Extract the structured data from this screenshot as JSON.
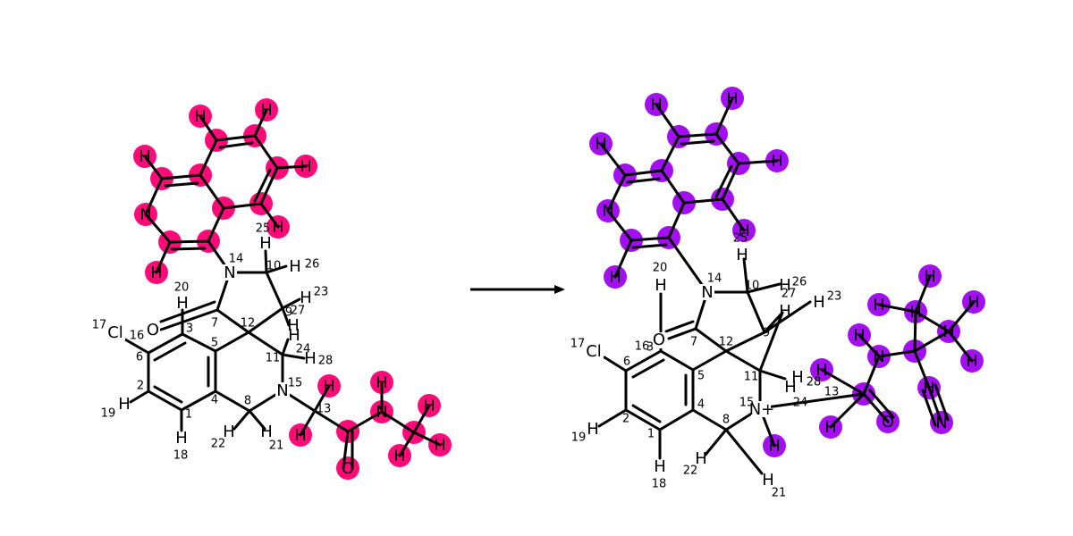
{
  "colors": {
    "reactant_highlight": "#ff0a78",
    "product_highlight": "#a20ff0",
    "bond": "#000000",
    "background": "#ffffff"
  },
  "reaction": {
    "reactant": {
      "highlight_labels": [
        "H",
        "H",
        "H",
        "H",
        "H",
        "N",
        "H",
        "H",
        "H",
        "H",
        "O",
        "H",
        "H",
        "H"
      ],
      "core_labels": [
        "N",
        "H",
        "H",
        "H",
        "O",
        "Cl",
        "H",
        "H",
        "N",
        "H",
        "H",
        "H",
        "H"
      ],
      "numbers": [
        "1",
        "2",
        "3",
        "4",
        "5",
        "6",
        "7",
        "8",
        "9",
        "10",
        "11",
        "12",
        "13",
        "14",
        "15",
        "16",
        "17",
        "18",
        "19",
        "20",
        "21",
        "22",
        "23",
        "24",
        "25",
        "26",
        "27",
        "28"
      ]
    },
    "arrow": {
      "direction": "right"
    },
    "product": {
      "highlight_labels": [
        "H",
        "H",
        "H",
        "H",
        "N",
        "H",
        "H",
        "H",
        "H",
        "H",
        "H",
        "N",
        "H",
        "H",
        "O",
        "H",
        "H",
        "H",
        "N"
      ],
      "core_labels": [
        "N",
        "H",
        "H",
        "H",
        "H",
        "O",
        "Cl",
        "H",
        "H",
        "N+",
        "H",
        "H",
        "H"
      ],
      "numbers": [
        "1",
        "2",
        "3",
        "4",
        "5",
        "6",
        "7",
        "8",
        "9",
        "10",
        "11",
        "12",
        "13",
        "14",
        "15",
        "16",
        "17",
        "18",
        "19",
        "20",
        "21",
        "22",
        "23",
        "24",
        "25",
        "26",
        "27",
        "28"
      ]
    }
  }
}
